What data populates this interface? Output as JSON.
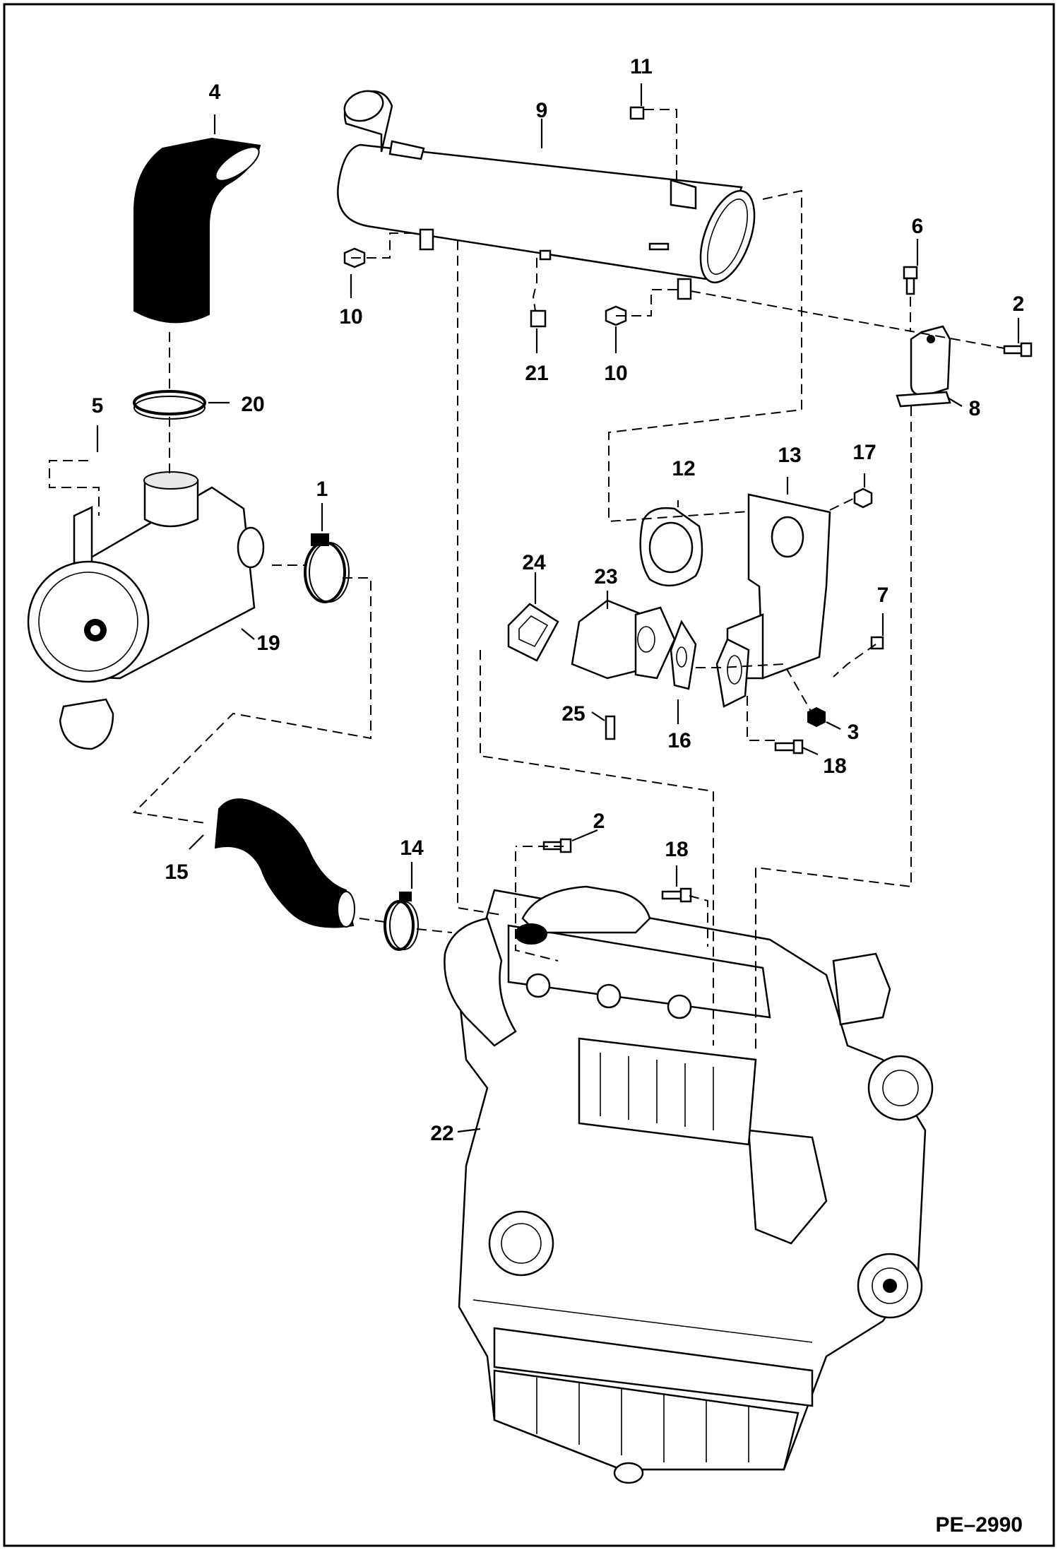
{
  "figure_id": "PE–2990",
  "callouts": [
    {
      "id": "1",
      "label": "1"
    },
    {
      "id": "2a",
      "label": "2"
    },
    {
      "id": "2b",
      "label": "2"
    },
    {
      "id": "3",
      "label": "3"
    },
    {
      "id": "4",
      "label": "4"
    },
    {
      "id": "5",
      "label": "5"
    },
    {
      "id": "6",
      "label": "6"
    },
    {
      "id": "7",
      "label": "7"
    },
    {
      "id": "8",
      "label": "8"
    },
    {
      "id": "9",
      "label": "9"
    },
    {
      "id": "10a",
      "label": "10"
    },
    {
      "id": "10b",
      "label": "10"
    },
    {
      "id": "11",
      "label": "11"
    },
    {
      "id": "12",
      "label": "12"
    },
    {
      "id": "13",
      "label": "13"
    },
    {
      "id": "14",
      "label": "14"
    },
    {
      "id": "15",
      "label": "15"
    },
    {
      "id": "16",
      "label": "16"
    },
    {
      "id": "17",
      "label": "17"
    },
    {
      "id": "18a",
      "label": "18"
    },
    {
      "id": "18b",
      "label": "18"
    },
    {
      "id": "19",
      "label": "19"
    },
    {
      "id": "20",
      "label": "20"
    },
    {
      "id": "21",
      "label": "21"
    },
    {
      "id": "22",
      "label": "22"
    },
    {
      "id": "23",
      "label": "23"
    },
    {
      "id": "24",
      "label": "24"
    },
    {
      "id": "25",
      "label": "25"
    }
  ]
}
